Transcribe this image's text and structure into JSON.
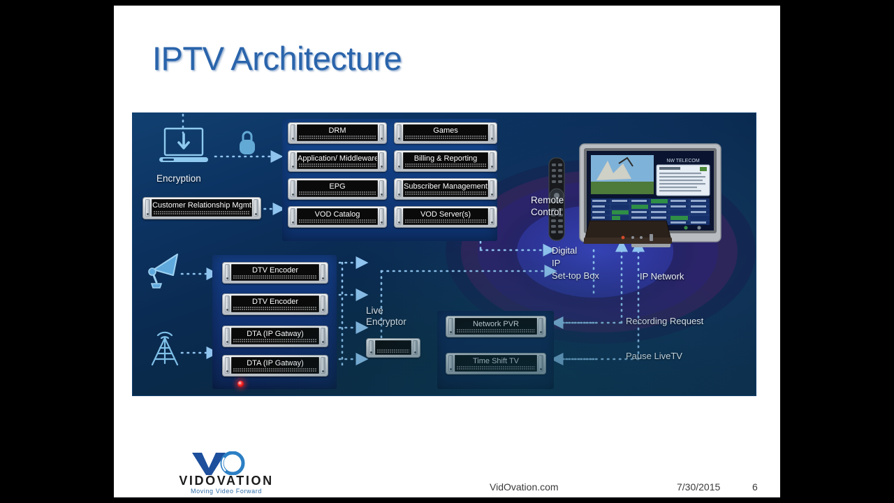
{
  "slide": {
    "title": "IPTV Architecture",
    "page_number": "6",
    "date": "7/30/2015",
    "site": "VidOvation.com"
  },
  "logo": {
    "wordmark": "VIDOVATION",
    "tagline": "Moving Video Forward",
    "v_color": "#1d4f9c",
    "o_color": "#2b7fc4"
  },
  "diagram": {
    "background_colors": {
      "outer": "#0b2a50",
      "headend_panel": "#103b7d",
      "encoder_panel": "#102f6d",
      "pvr_panel": "#0c2450",
      "accent_arrow": "#7fb9e8",
      "led": "#ff2a2a"
    },
    "labels": {
      "encryption": "Encryption",
      "live_encryptor": "Live\nEncryptor",
      "remote_control": "Remote\nControl",
      "set_top_box": "Digital\nIP\nSet-top Box",
      "ip_network": "IP Network",
      "recording_request": "Recording Request",
      "pause_live_tv": "Pause LiveTV"
    },
    "icons": {
      "laptop": "laptop-download-icon",
      "padlock": "padlock-icon",
      "satellite_dish": "satellite-dish-icon",
      "antenna_tower": "antenna-tower-icon",
      "television": "television-icon",
      "set_top_box": "set-top-box-icon",
      "remote": "remote-control-icon"
    },
    "crm_server": {
      "label": "Customer Relationship Mgmt"
    },
    "headend_servers": {
      "left_column": [
        {
          "label": "DRM"
        },
        {
          "label": "Application/ Middleware"
        },
        {
          "label": "EPG"
        },
        {
          "label": "VOD Catalog"
        }
      ],
      "right_column": [
        {
          "label": "Games"
        },
        {
          "label": "Billing & Reporting"
        },
        {
          "label": "Subscriber Management"
        },
        {
          "label": "VOD Server(s)"
        }
      ]
    },
    "encoder_servers": [
      {
        "label": "DTV Encoder"
      },
      {
        "label": "DTV Encoder"
      },
      {
        "label": "DTA (IP Gatway)"
      },
      {
        "label": "DTA (IP Gatway)"
      }
    ],
    "live_encryptor_server": {
      "label": ""
    },
    "pvr_servers": [
      {
        "label": "Network PVR"
      },
      {
        "label": "Time Shift TV"
      }
    ]
  }
}
